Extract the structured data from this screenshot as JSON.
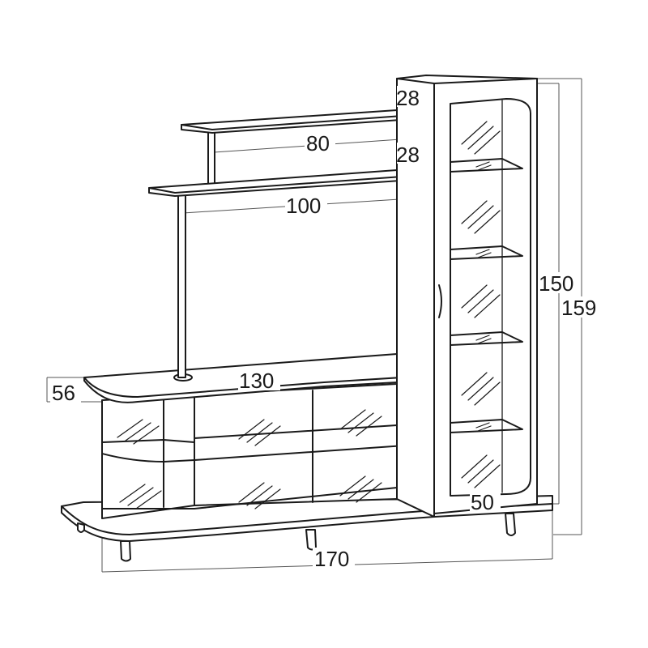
{
  "dimensions": {
    "top_shelf_width": "80",
    "middle_shelf_width": "100",
    "top_shelf_spacing": "28",
    "middle_shelf_spacing": "28",
    "base_width": "130",
    "base_depth": "56",
    "total_width": "170",
    "column_width": "50",
    "column_height": "150",
    "total_height": "159"
  }
}
